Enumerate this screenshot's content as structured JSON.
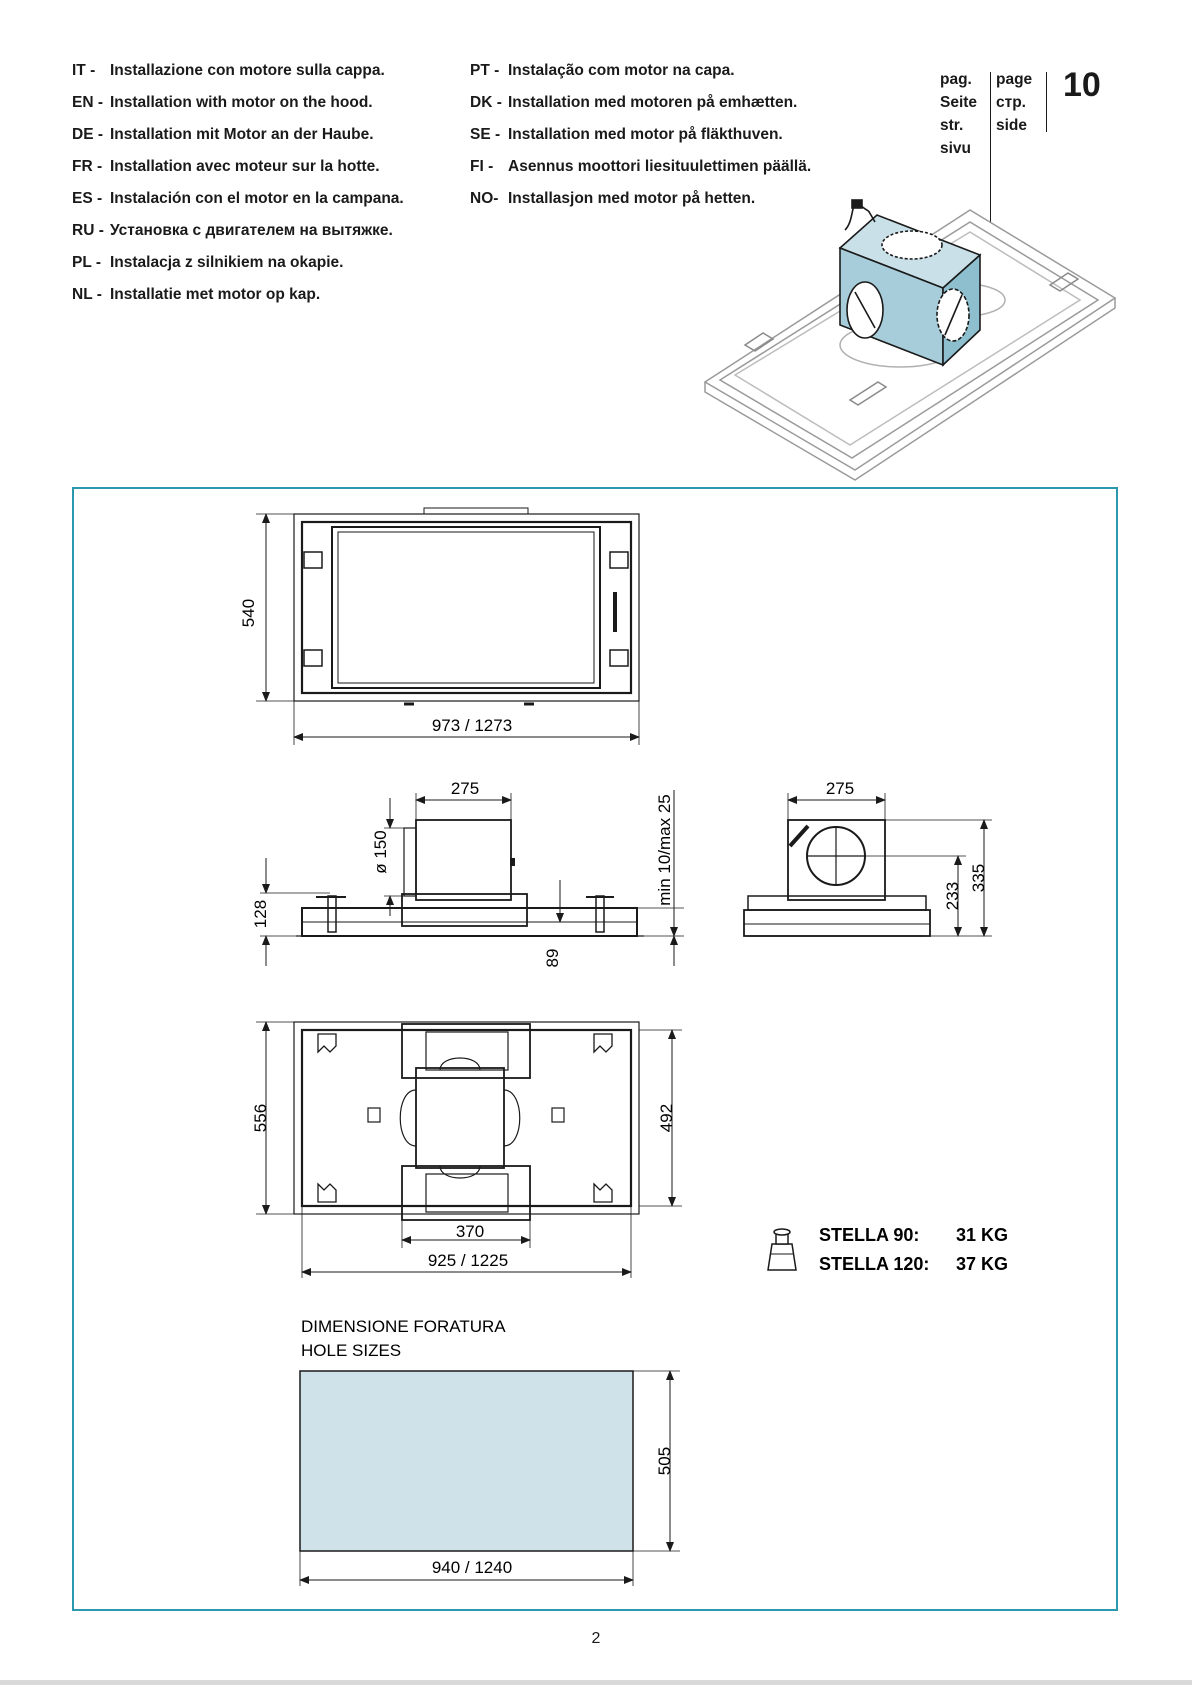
{
  "languages_left": [
    {
      "code": "IT -",
      "text": "Installazione con motore sulla cappa."
    },
    {
      "code": "EN -",
      "text": "Installation with motor on the hood."
    },
    {
      "code": "DE -",
      "text": "Installation mit Motor an der Haube."
    },
    {
      "code": "FR -",
      "text": "Installation avec moteur sur la hotte."
    },
    {
      "code": "ES -",
      "text": "Instalación con el motor en la campana."
    },
    {
      "code": "RU -",
      "text": "Установка с двигателем на вытяжке."
    },
    {
      "code": "PL -",
      "text": "Instalacja z silnikiem na okapie."
    },
    {
      "code": "NL -",
      "text": "Installatie met motor op kap."
    }
  ],
  "languages_right": [
    {
      "code": "PT -",
      "text": "Instalação com motor na capa."
    },
    {
      "code": "DK -",
      "text": "Installation med motoren på emhætten."
    },
    {
      "code": "SE -",
      "text": "Installation med motor på fläkthuven."
    },
    {
      "code": "FI -",
      "text": "Asennus moottori liesituulettimen päällä."
    },
    {
      "code": "NO-",
      "text": "Installasjon med motor på hetten."
    }
  ],
  "page_ref": {
    "col1": [
      "pag.",
      "Seite",
      "str.",
      "sivu"
    ],
    "col2": [
      "page",
      "стр.",
      "side"
    ],
    "number": "10"
  },
  "dimensions": {
    "top_width": "973 / 1273",
    "top_height": "540",
    "motor_width_front": "275",
    "duct_diameter": "ø 150",
    "side_height": "128",
    "min_max": "min 10/max 25",
    "bottom_offset": "89",
    "motor_width_side": "275",
    "side_h1": "233",
    "side_h2": "335",
    "plan_height": "556",
    "plan_inner_height": "492",
    "plan_motor_width": "370",
    "plan_width": "925 / 1225",
    "hole_height": "505",
    "hole_width": "940 / 1240"
  },
  "hole_sizes": {
    "title_1": "DIMENSIONE FORATURA",
    "title_2": "HOLE SIZES"
  },
  "weights": [
    {
      "model": "STELLA 90:",
      "weight": "31 KG"
    },
    {
      "model": "STELLA 120:",
      "weight": "37 KG"
    }
  ],
  "colors": {
    "frame": "#2a98ad",
    "motor_fill": "#a6cdd9",
    "hole_fill": "#cfe1e9"
  },
  "footer": {
    "page": "2"
  }
}
